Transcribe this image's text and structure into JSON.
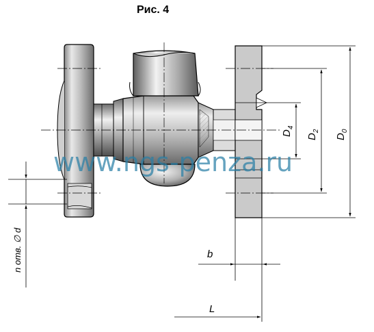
{
  "figure": {
    "title": "Рис. 4"
  },
  "dimensions": {
    "D4": {
      "main": "D",
      "sub": "4"
    },
    "D2": {
      "main": "D",
      "sub": "2"
    },
    "D0": {
      "main": "D",
      "sub": "0"
    },
    "b": "b",
    "L": "L",
    "holes": "n отв. ∅ d"
  },
  "watermark": "www.ngs-penza.ru",
  "colors": {
    "line": "#000000",
    "metal_dark": "#5a5a5a",
    "metal_light": "#e6e6e6",
    "flange_face": "#c8c8c8",
    "watermark": "#2a7fa6"
  }
}
